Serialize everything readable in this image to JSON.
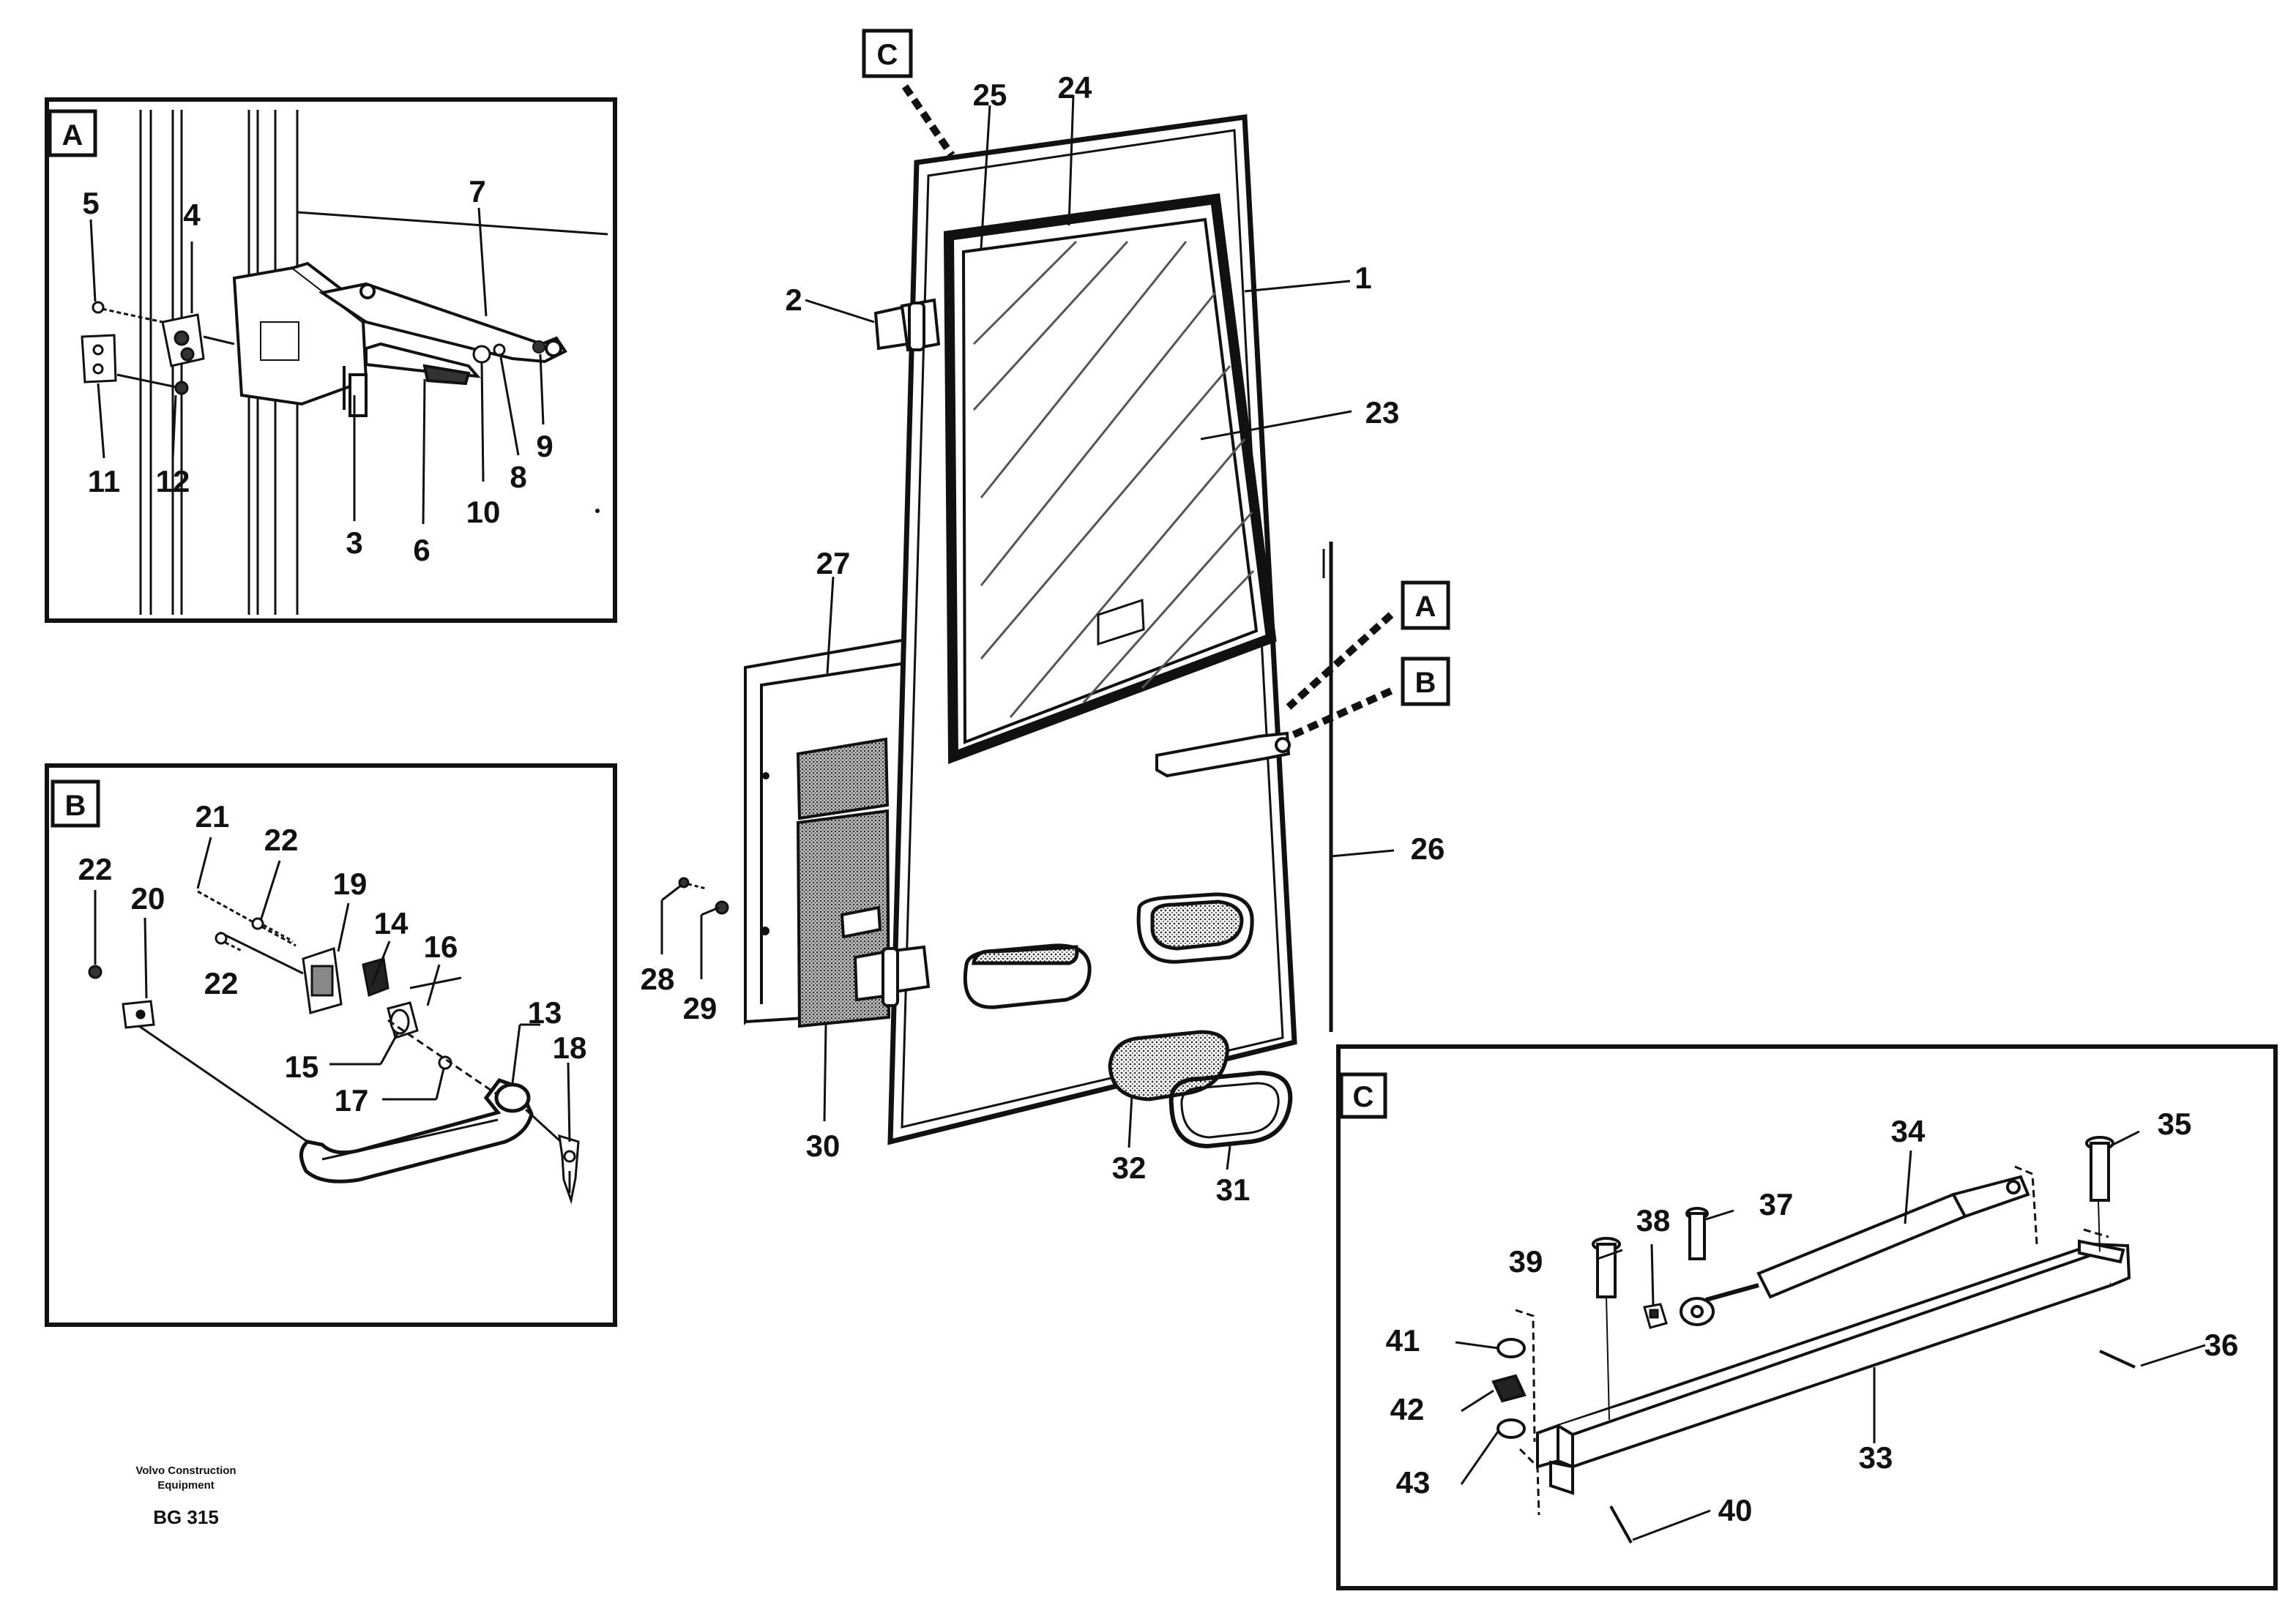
{
  "colors": {
    "ink": "#111111",
    "paper": "#ffffff",
    "glass": "#555555",
    "texture": "#666666"
  },
  "detail_boxes": {
    "A": "A",
    "B": "B",
    "C": "C"
  },
  "callouts": {
    "main": {
      "top_c": "C",
      "ref_a": "A",
      "ref_b": "B",
      "n1": "1",
      "n2": "2",
      "n23": "23",
      "n24": "24",
      "n25": "25",
      "n26": "26",
      "n27": "27",
      "n28": "28",
      "n29": "29",
      "n30": "30",
      "n31": "31",
      "n32": "32"
    },
    "detail_a": {
      "n3": "3",
      "n4": "4",
      "n5": "5",
      "n6": "6",
      "n7": "7",
      "n8": "8",
      "n9": "9",
      "n10": "10",
      "n11": "11",
      "n12": "12"
    },
    "detail_b": {
      "n13": "13",
      "n14": "14",
      "n15": "15",
      "n16": "16",
      "n17": "17",
      "n18": "18",
      "n19": "19",
      "n20": "20",
      "n21": "21",
      "n22a": "22",
      "n22b": "22",
      "n22c": "22"
    },
    "detail_c": {
      "n33": "33",
      "n34": "34",
      "n35": "35",
      "n36": "36",
      "n37": "37",
      "n38": "38",
      "n39": "39",
      "n40": "40",
      "n41": "41",
      "n42": "42",
      "n43": "43"
    }
  },
  "credit": {
    "line1": "Volvo Construction",
    "line2": "Equipment",
    "code": "BG 315"
  }
}
